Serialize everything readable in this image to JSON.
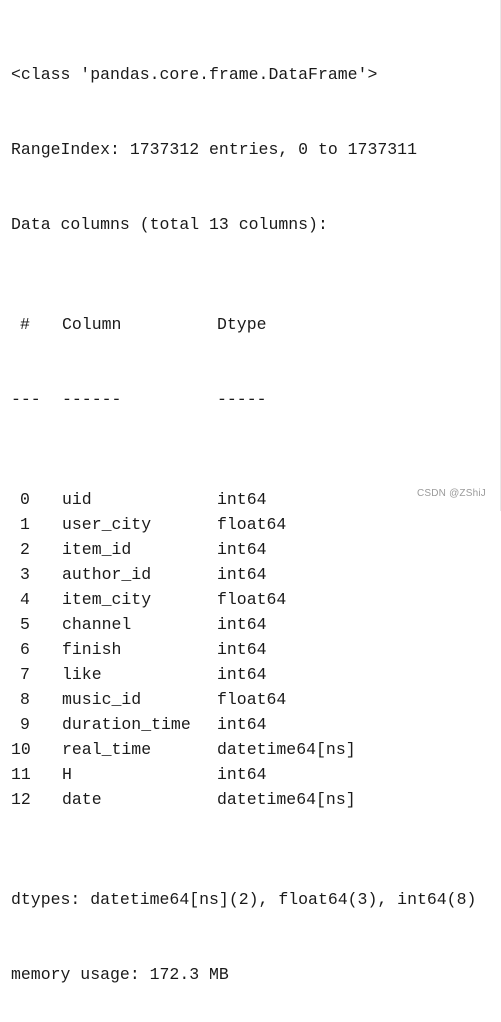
{
  "output": {
    "class_line": "<class 'pandas.core.frame.DataFrame'>",
    "range_index": "RangeIndex: 1737312 entries, 0 to 1737311",
    "data_columns": "Data columns (total 13 columns):",
    "header": {
      "idx": "#",
      "name": "Column",
      "type": "Dtype"
    },
    "separator": {
      "idx": "---",
      "name": "------",
      "type": "-----"
    },
    "columns": [
      {
        "idx": "0",
        "name": "uid",
        "type": "int64"
      },
      {
        "idx": "1",
        "name": "user_city",
        "type": "float64"
      },
      {
        "idx": "2",
        "name": "item_id",
        "type": "int64"
      },
      {
        "idx": "3",
        "name": "author_id",
        "type": "int64"
      },
      {
        "idx": "4",
        "name": "item_city",
        "type": "float64"
      },
      {
        "idx": "5",
        "name": "channel",
        "type": "int64"
      },
      {
        "idx": "6",
        "name": "finish",
        "type": "int64"
      },
      {
        "idx": "7",
        "name": "like",
        "type": "int64"
      },
      {
        "idx": "8",
        "name": "music_id",
        "type": "float64"
      },
      {
        "idx": "9",
        "name": "duration_time",
        "type": "int64"
      },
      {
        "idx": "10",
        "name": "real_time",
        "type": "datetime64[ns]"
      },
      {
        "idx": "11",
        "name": "H",
        "type": "int64"
      },
      {
        "idx": "12",
        "name": "date",
        "type": "datetime64[ns]"
      }
    ],
    "dtypes": "dtypes: datetime64[ns](2), float64(3), int64(8)",
    "memory": "memory usage: 172.3 MB"
  },
  "watermark": "CSDN @ZShiJ"
}
